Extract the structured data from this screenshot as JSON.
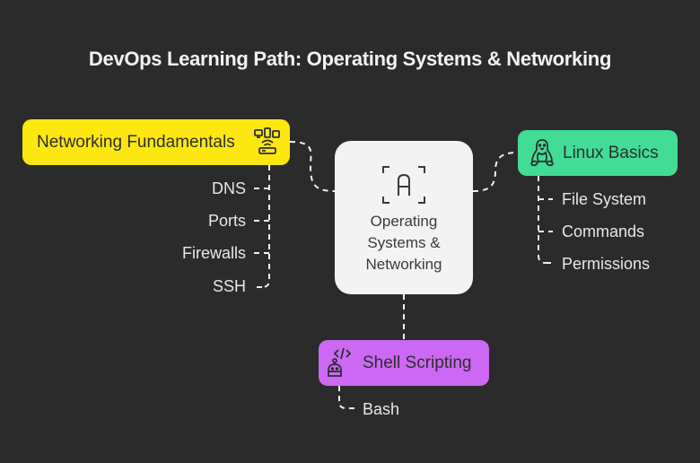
{
  "title": "DevOps Learning Path: Operating Systems & Networking",
  "center": {
    "label_lines": [
      "Operating",
      "Systems &",
      "Networking"
    ],
    "icon": "text-recognition-icon",
    "color": "#f3f3f3"
  },
  "branches": [
    {
      "label": "Networking Fundamentals",
      "icon": "network-devices-icon",
      "color": "#fde710",
      "children": [
        "DNS",
        "Ports",
        "Firewalls",
        "SSH"
      ]
    },
    {
      "label": "Linux Basics",
      "icon": "linux-penguin-icon",
      "color": "#42dc94",
      "children": [
        "File System",
        "Commands",
        "Permissions"
      ]
    },
    {
      "label": "Shell Scripting",
      "icon": "robot-code-icon",
      "color": "#cc68f4",
      "children": [
        "Bash"
      ]
    }
  ]
}
